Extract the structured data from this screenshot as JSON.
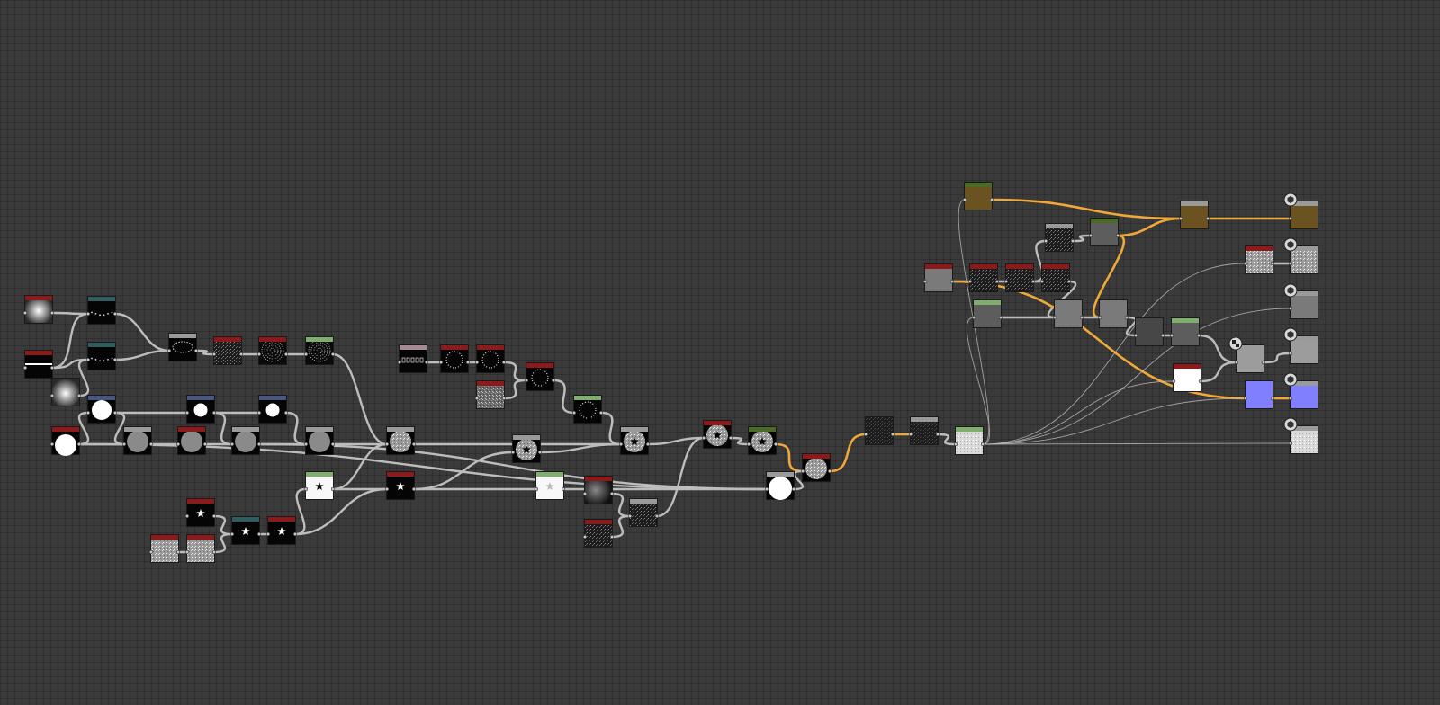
{
  "app": {
    "view": "graph-editor"
  },
  "colors": {
    "background": "#3a3a3a",
    "link_default": "#bdbdbd",
    "link_highlight": "#f0a838",
    "header_red": "#8b1a1a",
    "header_teal": "#2f5c5e",
    "header_blue": "#46567e",
    "header_green": "#5d8f5d",
    "header_lightgreen": "#7fae6f",
    "header_gray": "#9a9a9a",
    "header_olive": "#4a6a2a",
    "header_mauve": "#a58a93"
  },
  "nodes": [
    {
      "id": "n1",
      "name": "gradient-node",
      "header": "red",
      "content": "gradient-radial"
    },
    {
      "id": "n2",
      "name": "levels-node",
      "header": "teal",
      "content": "black-dots"
    },
    {
      "id": "n3",
      "name": "shape-node",
      "header": "red",
      "content": "black-line"
    },
    {
      "id": "n4",
      "name": "gradient-node-2",
      "header": "none",
      "content": "gradient-radial-2"
    },
    {
      "id": "n5",
      "name": "levels-node-2",
      "header": "teal",
      "content": "black-dots-2"
    },
    {
      "id": "n6",
      "name": "blend-node",
      "header": "gray",
      "content": "black-ellipse"
    },
    {
      "id": "n7",
      "name": "scatter-node",
      "header": "red",
      "content": "noise-dark"
    },
    {
      "id": "n8",
      "name": "tile-sampler-node",
      "header": "red",
      "content": "radial-pattern"
    },
    {
      "id": "n9",
      "name": "radial-tile-node",
      "header": "lightgreen",
      "content": "radial-pattern-2"
    },
    {
      "id": "n10",
      "name": "shape-circle-node",
      "header": "blue",
      "content": "white-circle"
    },
    {
      "id": "n11",
      "name": "shape-circle-node-2",
      "header": "blue",
      "content": "white-circle-small"
    },
    {
      "id": "n12",
      "name": "shape-circle-node-3",
      "header": "blue",
      "content": "white-circle-small"
    },
    {
      "id": "n13",
      "name": "shape-half-circle-node",
      "header": "red",
      "content": "white-half-circle"
    },
    {
      "id": "n14",
      "name": "gray-disk-node",
      "header": "gray",
      "content": "gray-disk"
    },
    {
      "id": "n15",
      "name": "gray-disk-node-2",
      "header": "red",
      "content": "gray-disk"
    },
    {
      "id": "n16",
      "name": "gray-disk-node-3",
      "header": "gray",
      "content": "gray-disk"
    },
    {
      "id": "n17",
      "name": "gray-disk-node-4",
      "header": "gray",
      "content": "gray-disk"
    },
    {
      "id": "n18",
      "name": "noise-disk-node",
      "header": "gray",
      "content": "noise-disk"
    },
    {
      "id": "n19",
      "name": "bitmap-text-node",
      "header": "mauve",
      "content": "bitmap-text"
    },
    {
      "id": "n20",
      "name": "dots-ring-node",
      "header": "red",
      "content": "dots-ring"
    },
    {
      "id": "n21",
      "name": "dots-ring-node-2",
      "header": "red",
      "content": "dots-ring"
    },
    {
      "id": "n22",
      "name": "dots-ring-node-3",
      "header": "red",
      "content": "dots-ring"
    },
    {
      "id": "n23",
      "name": "noise-node",
      "header": "red",
      "content": "noise-gray"
    },
    {
      "id": "n24",
      "name": "dots-ring-node-4",
      "header": "lightgreen",
      "content": "dots-ring"
    },
    {
      "id": "n25",
      "name": "star-disk-node",
      "header": "gray",
      "content": "star-disk"
    },
    {
      "id": "n26",
      "name": "star-disk-node-2",
      "header": "gray",
      "content": "star-disk"
    },
    {
      "id": "n27",
      "name": "star-disk-node-3",
      "header": "red",
      "content": "star-disk"
    },
    {
      "id": "n28",
      "name": "star-disk-node-4",
      "header": "olive",
      "content": "star-disk"
    },
    {
      "id": "n29",
      "name": "star-shape-node",
      "header": "red",
      "content": "star-black"
    },
    {
      "id": "n30",
      "name": "star-levels-node",
      "header": "teal",
      "content": "star-black"
    },
    {
      "id": "n31",
      "name": "star-blend-node",
      "header": "red",
      "content": "star-black"
    },
    {
      "id": "n32",
      "name": "noise-tile-node",
      "header": "red",
      "content": "noise-light"
    },
    {
      "id": "n33",
      "name": "noise-tile-node-2",
      "header": "red",
      "content": "noise-light"
    },
    {
      "id": "n34",
      "name": "star-white-node",
      "header": "lightgreen",
      "content": "star-white"
    },
    {
      "id": "n35",
      "name": "star-black-node",
      "header": "red",
      "content": "star-black"
    },
    {
      "id": "n36",
      "name": "star-white-node-2",
      "header": "lightgreen",
      "content": "star-white-gray"
    },
    {
      "id": "n37",
      "name": "warp-node",
      "header": "red",
      "content": "blur-dark"
    },
    {
      "id": "n38",
      "name": "noise-node-2",
      "header": "red",
      "content": "noise-dark-2"
    },
    {
      "id": "n39",
      "name": "noise-blend-node",
      "header": "gray",
      "content": "noise-dark-2"
    },
    {
      "id": "n40",
      "name": "white-disk-node",
      "header": "gray",
      "content": "white-half-disk"
    },
    {
      "id": "n41",
      "name": "noise-disk-node-2",
      "header": "red",
      "content": "noise-disk"
    },
    {
      "id": "n42",
      "name": "dark-fill-node",
      "header": "none",
      "content": "dark-fill"
    },
    {
      "id": "n43",
      "name": "dark-fill-node-2",
      "header": "gray",
      "content": "dark-fill"
    },
    {
      "id": "n44",
      "name": "white-noise-node",
      "header": "lightgreen",
      "content": "white-noise"
    },
    {
      "id": "n45",
      "name": "olive-color-node",
      "header": "olive",
      "content": "olive-fill"
    },
    {
      "id": "n46",
      "name": "gray-input-node",
      "header": "red",
      "content": "gray-fill"
    },
    {
      "id": "n47",
      "name": "dark-noise-node",
      "header": "red",
      "content": "noise-dark-3"
    },
    {
      "id": "n48",
      "name": "dark-noise-node-2",
      "header": "red",
      "content": "noise-dark-3"
    },
    {
      "id": "n49",
      "name": "dark-noise-node-3",
      "header": "red",
      "content": "noise-dark-3"
    },
    {
      "id": "n50",
      "name": "dark-noise-node-4",
      "header": "gray",
      "content": "noise-dark-3"
    },
    {
      "id": "n51",
      "name": "gray-fill-node",
      "header": "olive",
      "content": "gray-fill-2"
    },
    {
      "id": "n52",
      "name": "gray-fill-node-2",
      "header": "lightgreen",
      "content": "gray-fill-2"
    },
    {
      "id": "n53",
      "name": "gray-fill-node-3",
      "header": "none",
      "content": "gray-fill"
    },
    {
      "id": "n54",
      "name": "gray-fill-node-4",
      "header": "none",
      "content": "gray-fill"
    },
    {
      "id": "n55",
      "name": "dark-gray-node",
      "header": "none",
      "content": "gray-fill-dark"
    },
    {
      "id": "n56",
      "name": "dark-gray-node-2",
      "header": "lightgreen",
      "content": "gray-fill-2"
    },
    {
      "id": "n57",
      "name": "base-color-mix-node",
      "header": "gray",
      "content": "olive-fill"
    },
    {
      "id": "n58",
      "name": "white-color-node",
      "header": "red",
      "content": "white-fill"
    },
    {
      "id": "n59",
      "name": "normal-node",
      "header": "none",
      "content": "blue-fill"
    },
    {
      "id": "n60",
      "name": "light-gray-node",
      "header": "none",
      "content": "gray-fill-light"
    },
    {
      "id": "out1",
      "name": "output-basecolor-node",
      "header": "gray",
      "content": "olive-fill",
      "output": true
    },
    {
      "id": "out2",
      "name": "output-roughness-node",
      "header": "gray",
      "content": "noise-light-2",
      "output": true
    },
    {
      "id": "out3",
      "name": "output-metallic-node",
      "header": "gray",
      "content": "gray-fill",
      "output": true
    },
    {
      "id": "out4",
      "name": "output-height-node",
      "header": "gray",
      "content": "gray-fill-light",
      "output": true
    },
    {
      "id": "out5",
      "name": "output-normal-node",
      "header": "gray",
      "content": "blue-fill",
      "output": true
    },
    {
      "id": "out6",
      "name": "output-ao-node",
      "header": "gray",
      "content": "white-noise",
      "output": true
    },
    {
      "id": "n61",
      "name": "roughness-noise-node",
      "header": "red",
      "content": "noise-light-2"
    }
  ],
  "badges": [
    {
      "name": "output-basecolor-icon"
    },
    {
      "name": "output-roughness-icon"
    },
    {
      "name": "output-metallic-icon"
    },
    {
      "name": "output-height-icon"
    },
    {
      "name": "output-normal-icon"
    },
    {
      "name": "output-ao-icon"
    },
    {
      "name": "checker-icon"
    }
  ]
}
